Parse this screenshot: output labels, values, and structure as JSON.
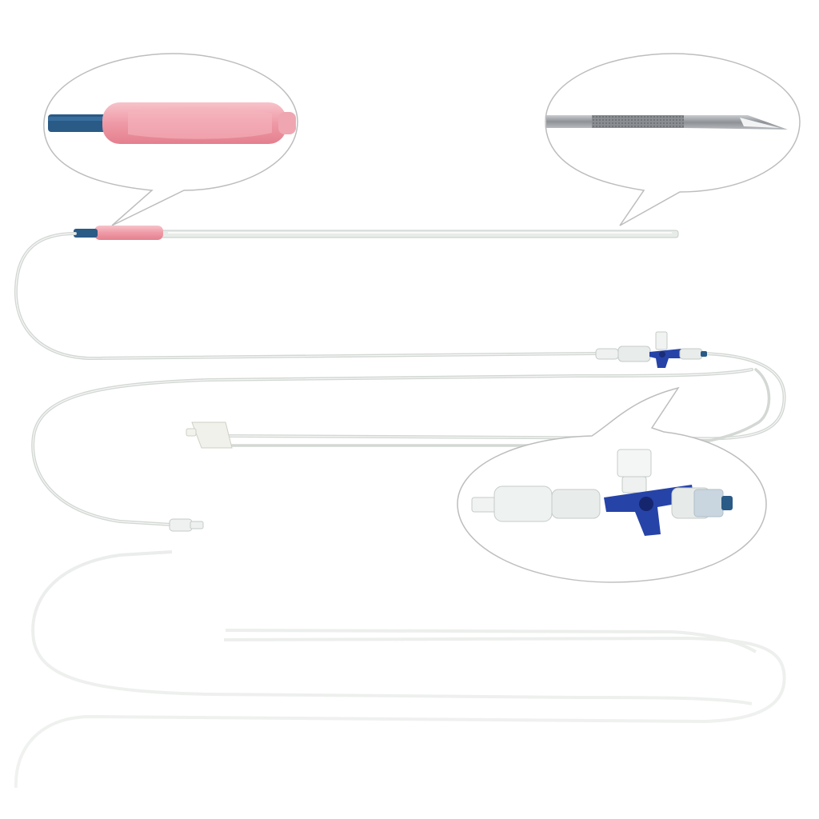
{
  "scene": {
    "subject": "pink-handle-needle-catheter-set",
    "colors": {
      "background": "#ffffff",
      "tube": "#d8ddd8",
      "tube_highlight": "#f4f6f4",
      "handle_pink": "#ef9aa6",
      "handle_pink_light": "#f7c3ca",
      "hub_blue": "#2a5a86",
      "stopcock_blue": "#2643a8",
      "needle_steel": "#9a9da1",
      "bubble_outline": "#bdbdbd",
      "clear_plastic": "#e6ebe9"
    },
    "callouts": [
      {
        "name": "handle-detail-callout",
        "subject": "pink-handle"
      },
      {
        "name": "needle-tip-detail-callout",
        "subject": "beveled-needle-tip"
      },
      {
        "name": "stopcock-detail-callout",
        "subject": "three-way-stopcock"
      }
    ]
  }
}
